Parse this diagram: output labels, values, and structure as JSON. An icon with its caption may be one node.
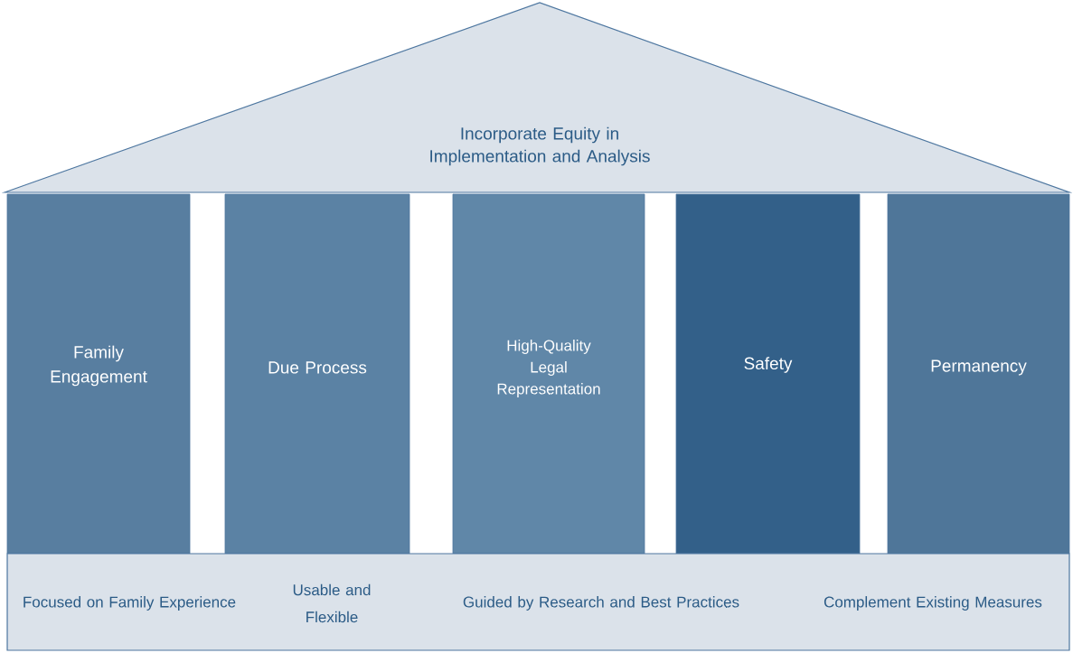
{
  "diagram": {
    "nodes": [
      {
        "text": [
          "Incorporate Equity in Implementation and Analysis"
        ]
      },
      {
        "text": [
          "Family Engagement"
        ]
      },
      {
        "text": [
          "Due Process"
        ]
      },
      {
        "text": [
          "High-Quality Legal Representation"
        ]
      },
      {
        "text": [
          "Safety"
        ]
      },
      {
        "text": [
          "Permanency"
        ]
      },
      {
        "text": [
          "Focused on Family Experience",
          "Usable and Flexible",
          "Guided by Research and Best Practices",
          "Complement Existing Measures"
        ]
      }
    ]
  }
}
